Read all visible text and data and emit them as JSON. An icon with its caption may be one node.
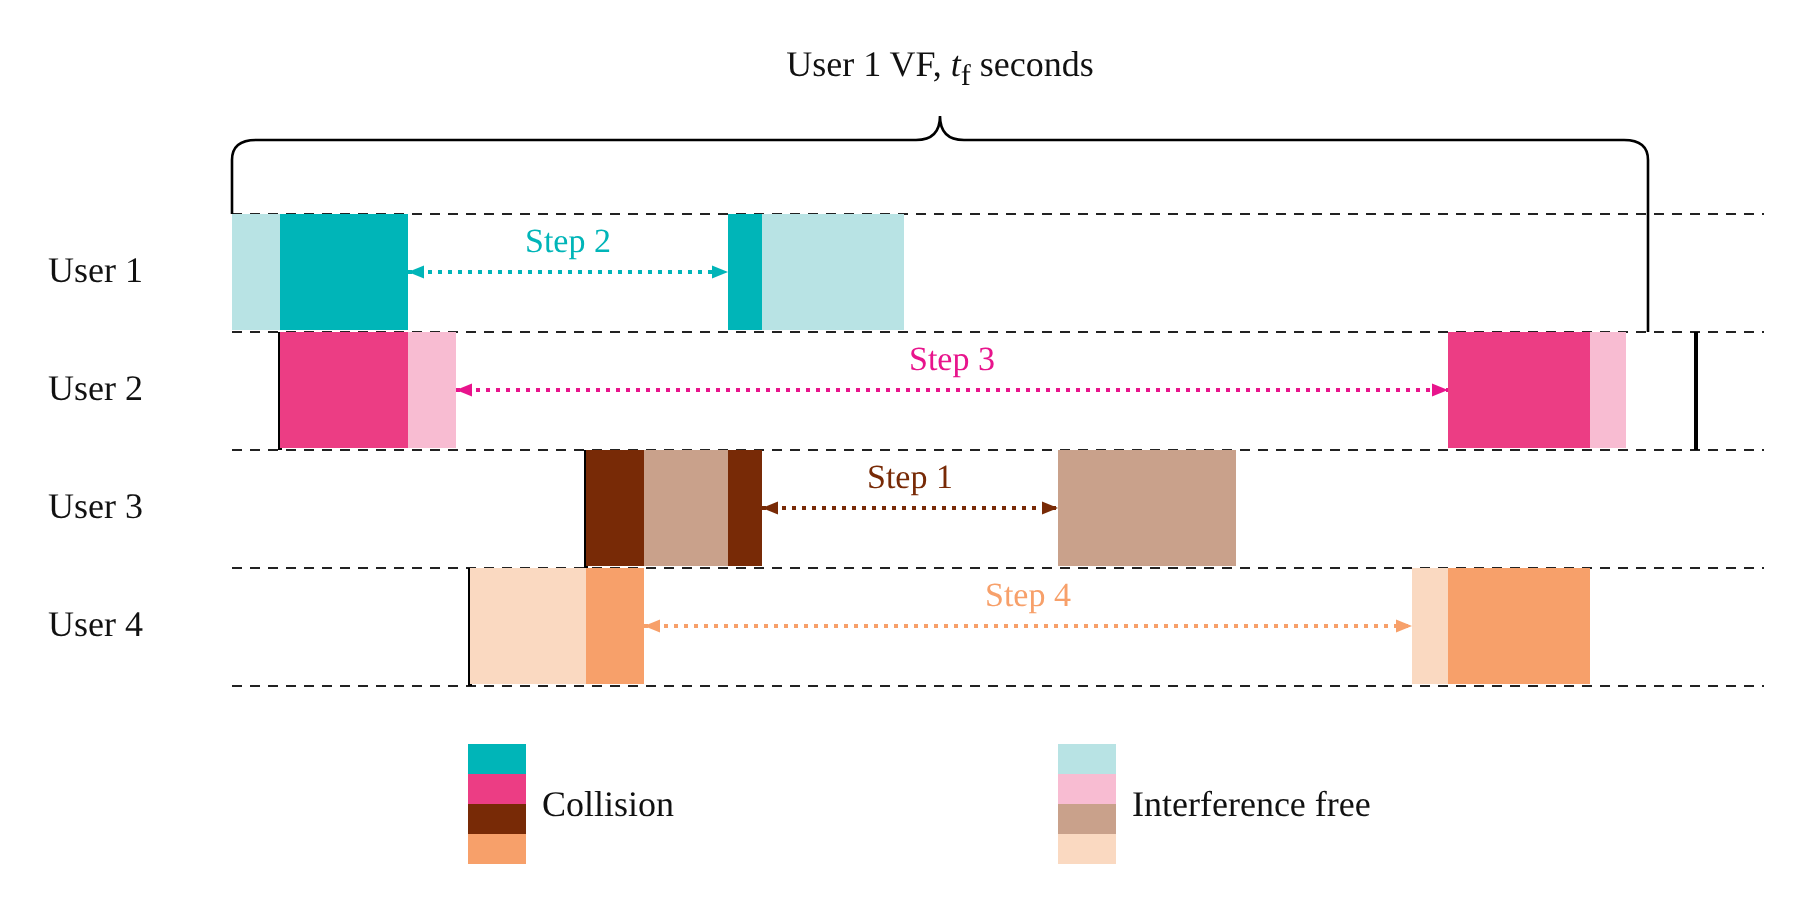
{
  "diagram": {
    "nodes": [
      {
        "text": [],
        "shape": "bar"
      },
      {
        "text": [],
        "shape": "bar"
      },
      {
        "text": [],
        "shape": "bar"
      },
      {
        "text": [],
        "shape": "bar"
      },
      {
        "text": [],
        "shape": "bar"
      },
      {
        "text": [],
        "shape": "bar"
      },
      {
        "text": [],
        "shape": "bar"
      },
      {
        "text": [],
        "shape": "bar"
      },
      {
        "text": [],
        "shape": "bar"
      },
      {
        "text": [],
        "shape": "bar"
      },
      {
        "text": [],
        "shape": "bar"
      },
      {
        "text": [],
        "shape": "bar"
      },
      {
        "text": [],
        "shape": "bar"
      },
      {
        "text": [],
        "shape": "bar"
      },
      {
        "text": [],
        "shape": "bar"
      },
      {
        "text": [],
        "shape": "bar"
      }
    ],
    "edges": [
      {
        "from": 1,
        "to": 2,
        "arrow": "both",
        "label": "Step 2",
        "style": "dashed",
        "color": "#00b5b8"
      },
      {
        "from": 5,
        "to": 6,
        "arrow": "both",
        "label": "Step 3",
        "style": "dashed",
        "color": "#e8148c"
      },
      {
        "from": 10,
        "to": 11,
        "arrow": "both",
        "label": "Step 1",
        "style": "dashed",
        "color": "#782a06"
      },
      {
        "from": 13,
        "to": 14,
        "arrow": "both",
        "label": "Step 4",
        "style": "dashed",
        "color": "#f7a06a"
      }
    ],
    "labels": [
      "User 1 VF, *t*$_{f}$ seconds",
      "User 1",
      "User 2",
      "User 3",
      "User 4"
    ],
    "legend": [
      {
        "text": "Collision"
      },
      {
        "text": "Interference free"
      }
    ]
  }
}
